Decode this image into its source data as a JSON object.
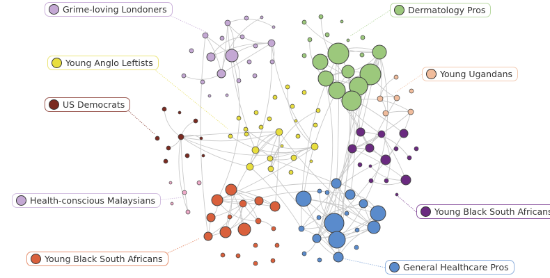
{
  "diagram": {
    "type": "network",
    "communities": [
      {
        "id": "grime",
        "label": "Grime-loving Londoners",
        "color": "#c4a8d4",
        "border": "#cbb1da"
      },
      {
        "id": "derm",
        "label": "Dermatology Pros",
        "color": "#9cc87c",
        "border": "#b9d9a3"
      },
      {
        "id": "anglo",
        "label": "Young Anglo Leftists",
        "color": "#e8de3e",
        "border": "#ece57a"
      },
      {
        "id": "uganda",
        "label": "Young Ugandans",
        "color": "#f0bc9c",
        "border": "#f2c9b0"
      },
      {
        "id": "dems",
        "label": "US Democrats",
        "color": "#7a2a20",
        "border": "#9b5a52"
      },
      {
        "id": "malay",
        "label": "Health-conscious Malaysians",
        "color": "#c4a8d4",
        "nodeColor": "#eeaac8",
        "border": "#d2bfe0"
      },
      {
        "id": "ybsa_orange",
        "label": "Young Black South Africans",
        "color": "#d9603c",
        "border": "#e6916f"
      },
      {
        "id": "ybsa_purple",
        "label": "Young Black South Africans",
        "color": "#6a2a80",
        "border": "#8e5aa2"
      },
      {
        "id": "health",
        "label": "General Healthcare Pros",
        "color": "#5a8bcc",
        "border": "#8fb0dd"
      }
    ]
  }
}
